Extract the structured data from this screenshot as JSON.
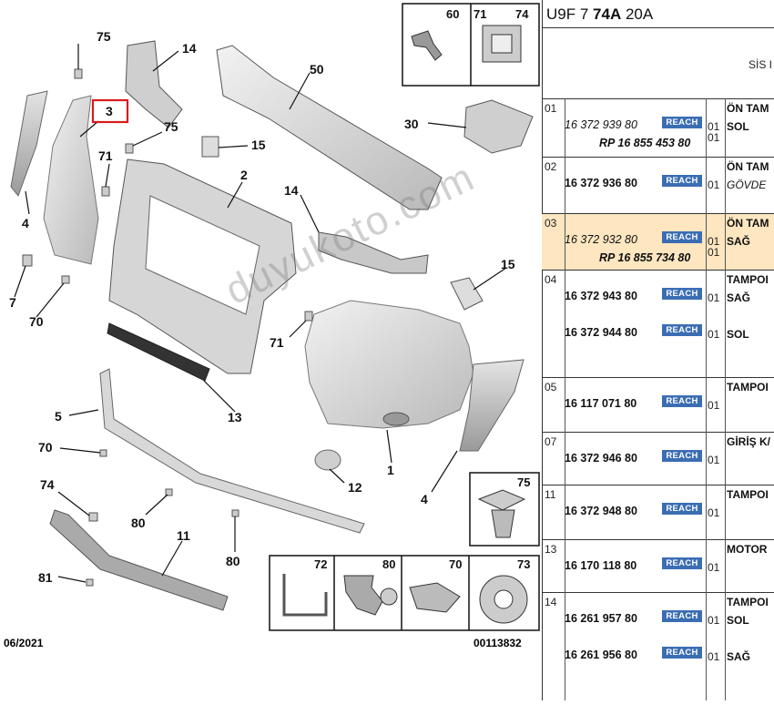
{
  "header": {
    "code_prefix": "U9F 7 ",
    "code_bold": "74A",
    "code_suffix": " 20A",
    "sis": "SİS I"
  },
  "callouts": {
    "c75a": "75",
    "c14a": "14",
    "c50": "50",
    "c3": "3",
    "c75b": "75",
    "c15a": "15",
    "c71a": "71",
    "c2": "2",
    "c30": "30",
    "c4a": "4",
    "c14b": "14",
    "c7": "7",
    "c70a": "70",
    "c15b": "15",
    "c71b": "71",
    "c5": "5",
    "c13": "13",
    "c70b": "70",
    "c1": "1",
    "c12": "12",
    "c74": "74",
    "c4b": "4",
    "c80a": "80",
    "c11": "11",
    "c80b": "80",
    "c81": "81"
  },
  "inset_top": {
    "a": "60",
    "b": "71",
    "c": "74"
  },
  "inset_bottom": {
    "a": "72",
    "b": "80",
    "c": "70",
    "d": "73"
  },
  "inset_right": {
    "a": "75"
  },
  "watermark": "duyukoto.com",
  "footer": {
    "date": "06/2021",
    "ref": "00113832"
  },
  "reach_label": "REACH",
  "rows": [
    {
      "num": "01",
      "parts": [
        {
          "pn": "16 372 939 80",
          "qty": "01",
          "desc": "SOL",
          "style": "it"
        },
        {
          "pn": "RP 16 855 453 80",
          "qty": "01",
          "desc": "",
          "style": "rp"
        }
      ],
      "title": "ÖN TAM",
      "title_style": ""
    },
    {
      "num": "02",
      "parts": [
        {
          "pn": "16 372 936 80",
          "qty": "01",
          "desc": "GÖVDE",
          "style": ""
        }
      ],
      "title": "ÖN TAM",
      "title_style": ""
    },
    {
      "num": "03",
      "parts": [
        {
          "pn": "16 372 932 80",
          "qty": "01",
          "desc": "SAĞ",
          "style": "it"
        },
        {
          "pn": "RP 16 855 734 80",
          "qty": "01",
          "desc": "",
          "style": "rp"
        }
      ],
      "title": "ÖN TAM",
      "title_style": ""
    },
    {
      "num": "04",
      "parts": [
        {
          "pn": "16 372 943 80",
          "qty": "01",
          "desc": "SAĞ",
          "style": ""
        },
        {
          "pn": "16 372 944 80",
          "qty": "01",
          "desc": "SOL",
          "style": ""
        }
      ],
      "title": "TAMPOI",
      "title_style": ""
    },
    {
      "num": "05",
      "parts": [
        {
          "pn": "16 117 071 80",
          "qty": "01",
          "desc": "",
          "style": ""
        }
      ],
      "title": "TAMPOI",
      "title_style": ""
    },
    {
      "num": "07",
      "parts": [
        {
          "pn": "16 372 946 80",
          "qty": "01",
          "desc": "",
          "style": ""
        }
      ],
      "title": "GİRİŞ K/",
      "title_style": ""
    },
    {
      "num": "11",
      "parts": [
        {
          "pn": "16 372 948 80",
          "qty": "01",
          "desc": "",
          "style": ""
        }
      ],
      "title": "TAMPOI",
      "title_style": ""
    },
    {
      "num": "13",
      "parts": [
        {
          "pn": "16 170 118 80",
          "qty": "01",
          "desc": "",
          "style": ""
        }
      ],
      "title": "MOTOR",
      "title_style": ""
    },
    {
      "num": "14",
      "parts": [
        {
          "pn": "16 261 957 80",
          "qty": "01",
          "desc": "SOL",
          "style": ""
        },
        {
          "pn": "16 261 956 80",
          "qty": "01",
          "desc": "SAĞ",
          "style": ""
        }
      ],
      "title": "TAMPOI",
      "title_style": ""
    }
  ]
}
